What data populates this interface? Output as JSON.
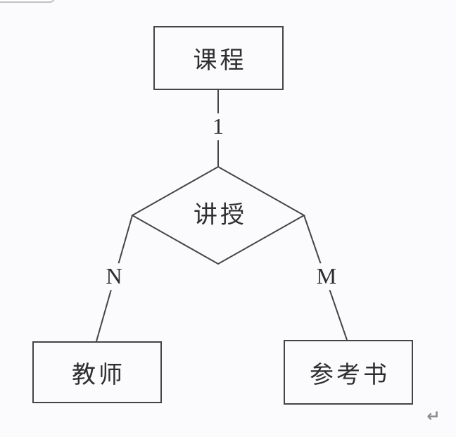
{
  "colors": {
    "background": "#fbfbfd",
    "line": "#454545",
    "text": "#2e2e2e",
    "paragraph-mark": "#8e8e92",
    "artifact": "#c2c2c6"
  },
  "diagram": {
    "type": "entity-relationship",
    "entities": [
      {
        "id": "course",
        "label": "课程",
        "shape": "rectangle",
        "position": "top-center"
      },
      {
        "id": "teacher",
        "label": "教师",
        "shape": "rectangle",
        "position": "bottom-left"
      },
      {
        "id": "reference-book",
        "label": "参考书",
        "shape": "rectangle",
        "position": "bottom-right"
      }
    ],
    "relationship": {
      "id": "lecture",
      "label": "讲授",
      "shape": "diamond",
      "position": "center"
    },
    "cardinalities": [
      {
        "edge": "course-lecture",
        "label": "1"
      },
      {
        "edge": "lecture-teacher",
        "label": "N"
      },
      {
        "edge": "lecture-reference-book",
        "label": "M"
      }
    ]
  },
  "editor": {
    "paragraph_mark": "↵"
  }
}
